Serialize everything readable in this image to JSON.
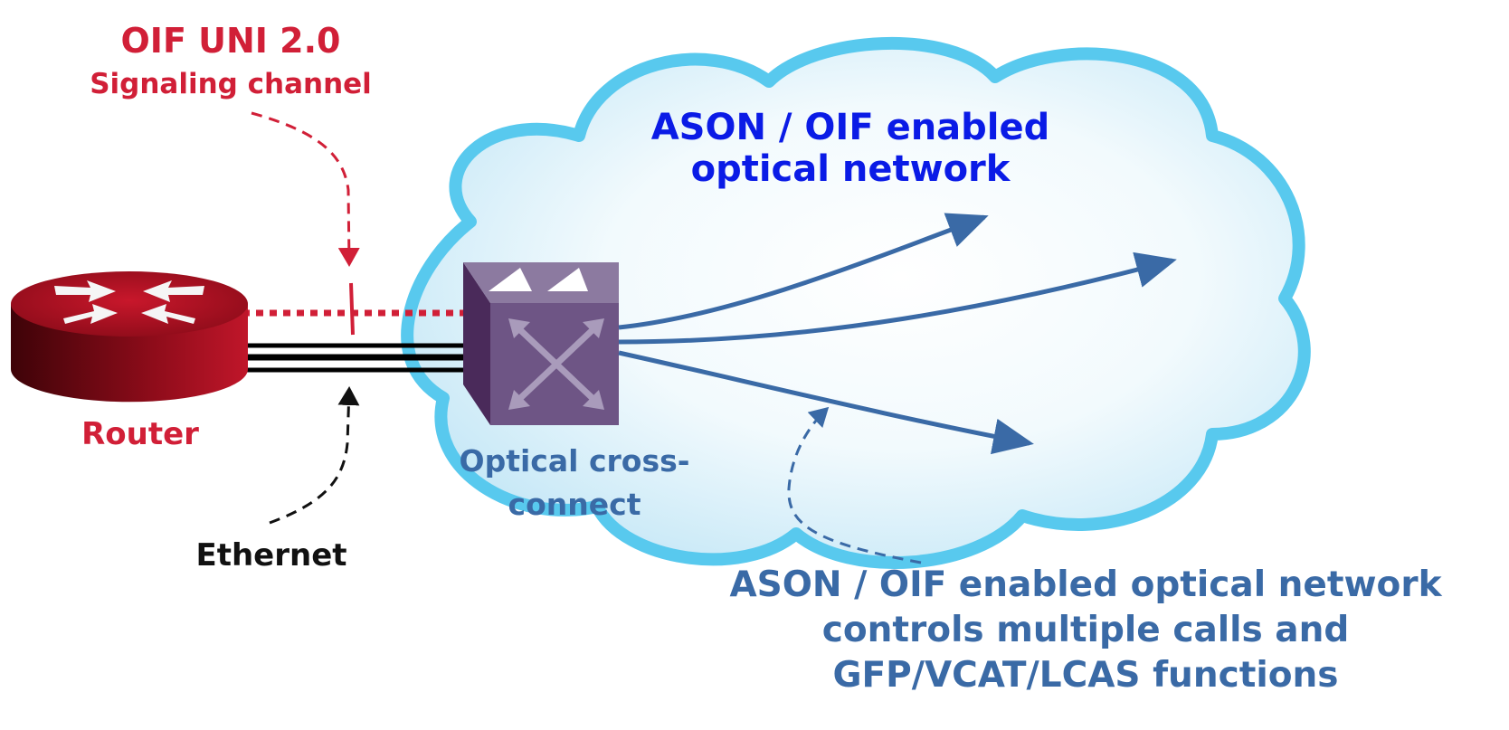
{
  "labels": {
    "oif_title": "OIF UNI 2.0",
    "oif_subtitle": "Signaling channel",
    "cloud_title": "ASON / OIF enabled optical network",
    "router": "Router",
    "oxc": "Optical cross-connect",
    "ethernet": "Ethernet",
    "caption": "ASON / OIF enabled optical network controls multiple calls and GFP/VCAT/LCAS functions"
  },
  "colors": {
    "signaling_red": "#d11f37",
    "cloud_title_blue": "#0a1be6",
    "steel_blue": "#3a6aa6",
    "cloud_border": "#58c9ee",
    "router_red": "#9b0e1e",
    "oxc_purple": "#6e5585"
  },
  "icons": [
    "router-icon",
    "optical-cross-connect-icon",
    "cloud-shape"
  ]
}
